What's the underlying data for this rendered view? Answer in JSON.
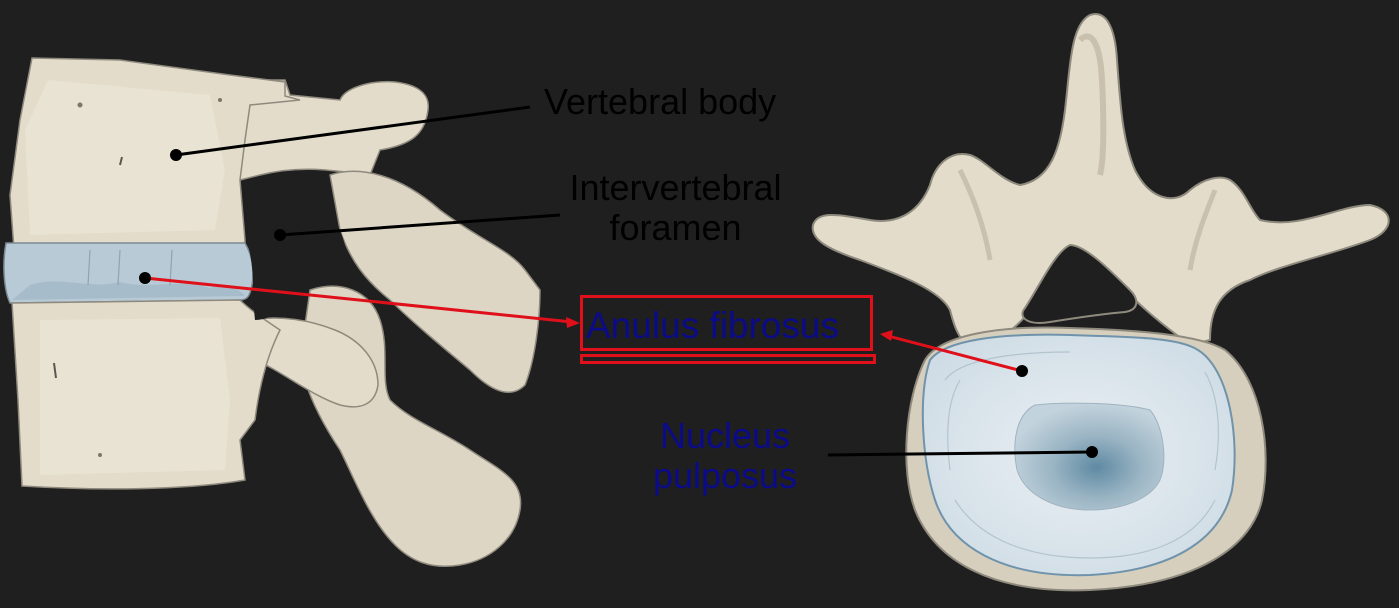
{
  "figure": {
    "type": "anatomical-diagram",
    "subject": "lumbar vertebrae and intervertebral disc",
    "background_color": "#1f1f1f",
    "views": [
      {
        "name": "lateral-view",
        "description": "Two stacked vertebrae with intervertebral disc, side view"
      },
      {
        "name": "superior-view",
        "description": "Vertebra from above showing disc with nucleus"
      }
    ]
  },
  "labels": {
    "vertebral_body": "Vertebral body",
    "intervertebral_foramen": "Intervertebral foramen",
    "anulus_fibrosus": "Anulus fibrosus",
    "nucleus_pulposus": "Nucleus pulposus"
  },
  "highlight": {
    "target": "Anulus fibrosus",
    "color": "#e0101a"
  },
  "colors": {
    "bone": "#e3dccb",
    "bone_shade": "#c9c1ad",
    "disc": "#b9ccd9",
    "disc_top": "#dde6ec",
    "nucleus": "#8fa9b8",
    "leader_black": "#000000",
    "leader_red": "#e0101a",
    "label_blue": "#0b0b8a"
  }
}
